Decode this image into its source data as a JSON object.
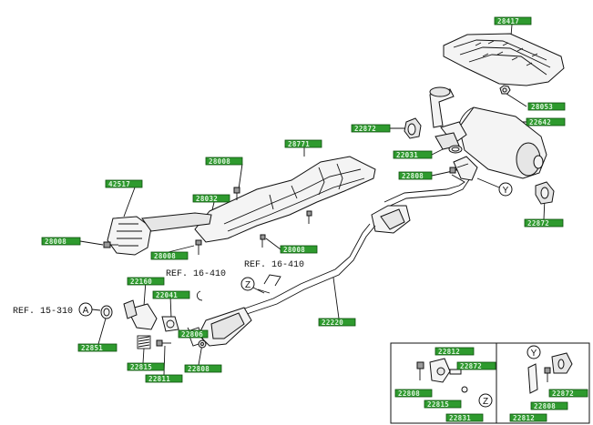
{
  "diagram": {
    "part_labels": [
      {
        "id": "heat-shield-top",
        "text": "28417"
      },
      {
        "id": "nut-top",
        "text": "28053"
      },
      {
        "id": "bracket-left",
        "text": "22872"
      },
      {
        "id": "muffler",
        "text": "22642"
      },
      {
        "id": "heat-shield-mid",
        "text": "28771"
      },
      {
        "id": "bolt-mid-top",
        "text": "28008"
      },
      {
        "id": "clip-mid",
        "text": "28032"
      },
      {
        "id": "gasket-rear",
        "text": "22031"
      },
      {
        "id": "bolt-rear",
        "text": "22808"
      },
      {
        "id": "heat-shield-left",
        "text": "42517"
      },
      {
        "id": "bolt-left",
        "text": "28008"
      },
      {
        "id": "bolt-mid",
        "text": "28008"
      },
      {
        "id": "bolt-bottom",
        "text": "28008"
      },
      {
        "id": "center-pipe",
        "text": "22220"
      },
      {
        "id": "mount-rear",
        "text": "22872"
      },
      {
        "id": "front-pipe",
        "text": "22160"
      },
      {
        "id": "gasket-front",
        "text": "22041"
      },
      {
        "id": "spring",
        "text": "22815"
      },
      {
        "id": "gasket-a",
        "text": "22851"
      },
      {
        "id": "spring-bolt",
        "text": "22811"
      },
      {
        "id": "bolt-front",
        "text": "22808"
      },
      {
        "id": "nut-front",
        "text": "22806"
      },
      {
        "id": "inset-bolt",
        "text": "22808"
      },
      {
        "id": "inset-bracket",
        "text": "22812"
      },
      {
        "id": "inset-spring",
        "text": "22815"
      },
      {
        "id": "inset-cushion",
        "text": "22872"
      },
      {
        "id": "inset-gasket",
        "text": "22831"
      },
      {
        "id": "inset-y-bolt",
        "text": "22808"
      },
      {
        "id": "inset-y-mount",
        "text": "22872"
      },
      {
        "id": "inset-y-bracket",
        "text": "22812"
      }
    ],
    "references": [
      {
        "id": "ref-16-410-a",
        "text": "REF. 16-410"
      },
      {
        "id": "ref-16-410-b",
        "text": "REF. 16-410"
      },
      {
        "id": "ref-15-310",
        "text": "REF. 15-310"
      }
    ],
    "callouts": [
      {
        "id": "callout-a",
        "text": "A"
      },
      {
        "id": "callout-z-main",
        "text": "Z"
      },
      {
        "id": "callout-y-main",
        "text": "Y"
      },
      {
        "id": "callout-z-inset",
        "text": "Z"
      },
      {
        "id": "callout-y-inset",
        "text": "Y"
      }
    ]
  }
}
